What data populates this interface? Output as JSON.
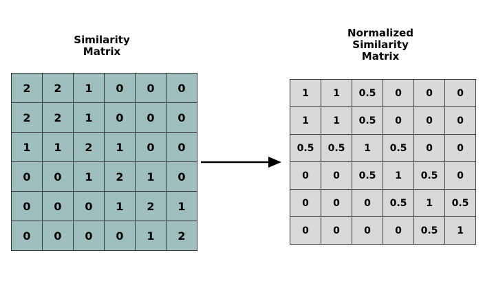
{
  "colors": {
    "left_cell_fill": "#9fbfbf",
    "right_cell_fill": "#d9d9d9",
    "border": "#333333",
    "arrow": "#000000"
  },
  "left": {
    "title_lines": [
      "Similarity",
      "Matrix"
    ],
    "rows": [
      [
        "2",
        "2",
        "1",
        "0",
        "0",
        "0"
      ],
      [
        "2",
        "2",
        "1",
        "0",
        "0",
        "0"
      ],
      [
        "1",
        "1",
        "2",
        "1",
        "0",
        "0"
      ],
      [
        "0",
        "0",
        "1",
        "2",
        "1",
        "0"
      ],
      [
        "0",
        "0",
        "0",
        "1",
        "2",
        "1"
      ],
      [
        "0",
        "0",
        "0",
        "0",
        "1",
        "2"
      ]
    ]
  },
  "right": {
    "title_lines": [
      "Normalized",
      "Similarity",
      "Matrix"
    ],
    "rows": [
      [
        "1",
        "1",
        "0.5",
        "0",
        "0",
        "0"
      ],
      [
        "1",
        "1",
        "0.5",
        "0",
        "0",
        "0"
      ],
      [
        "0.5",
        "0.5",
        "1",
        "0.5",
        "0",
        "0"
      ],
      [
        "0",
        "0",
        "0.5",
        "1",
        "0.5",
        "0"
      ],
      [
        "0",
        "0",
        "0",
        "0.5",
        "1",
        "0.5"
      ],
      [
        "0",
        "0",
        "0",
        "0",
        "0.5",
        "1"
      ]
    ]
  }
}
